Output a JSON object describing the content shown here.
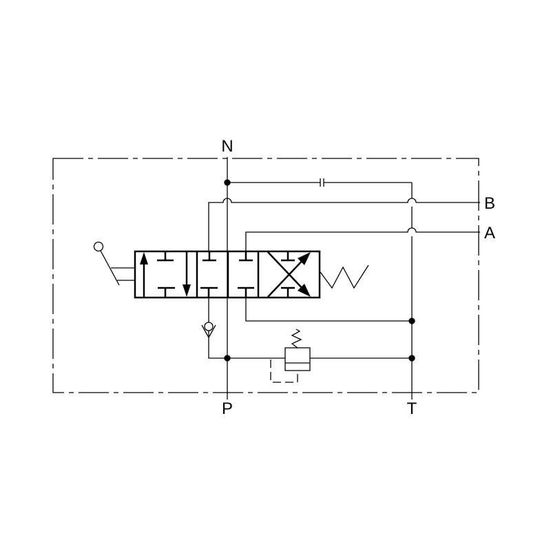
{
  "diagram": {
    "type": "hydraulic schematic",
    "ports": {
      "n": "N",
      "p": "P",
      "t": "T",
      "b": "B",
      "a": "A"
    },
    "colors": {
      "line": "#000000",
      "background": "#ffffff"
    }
  }
}
